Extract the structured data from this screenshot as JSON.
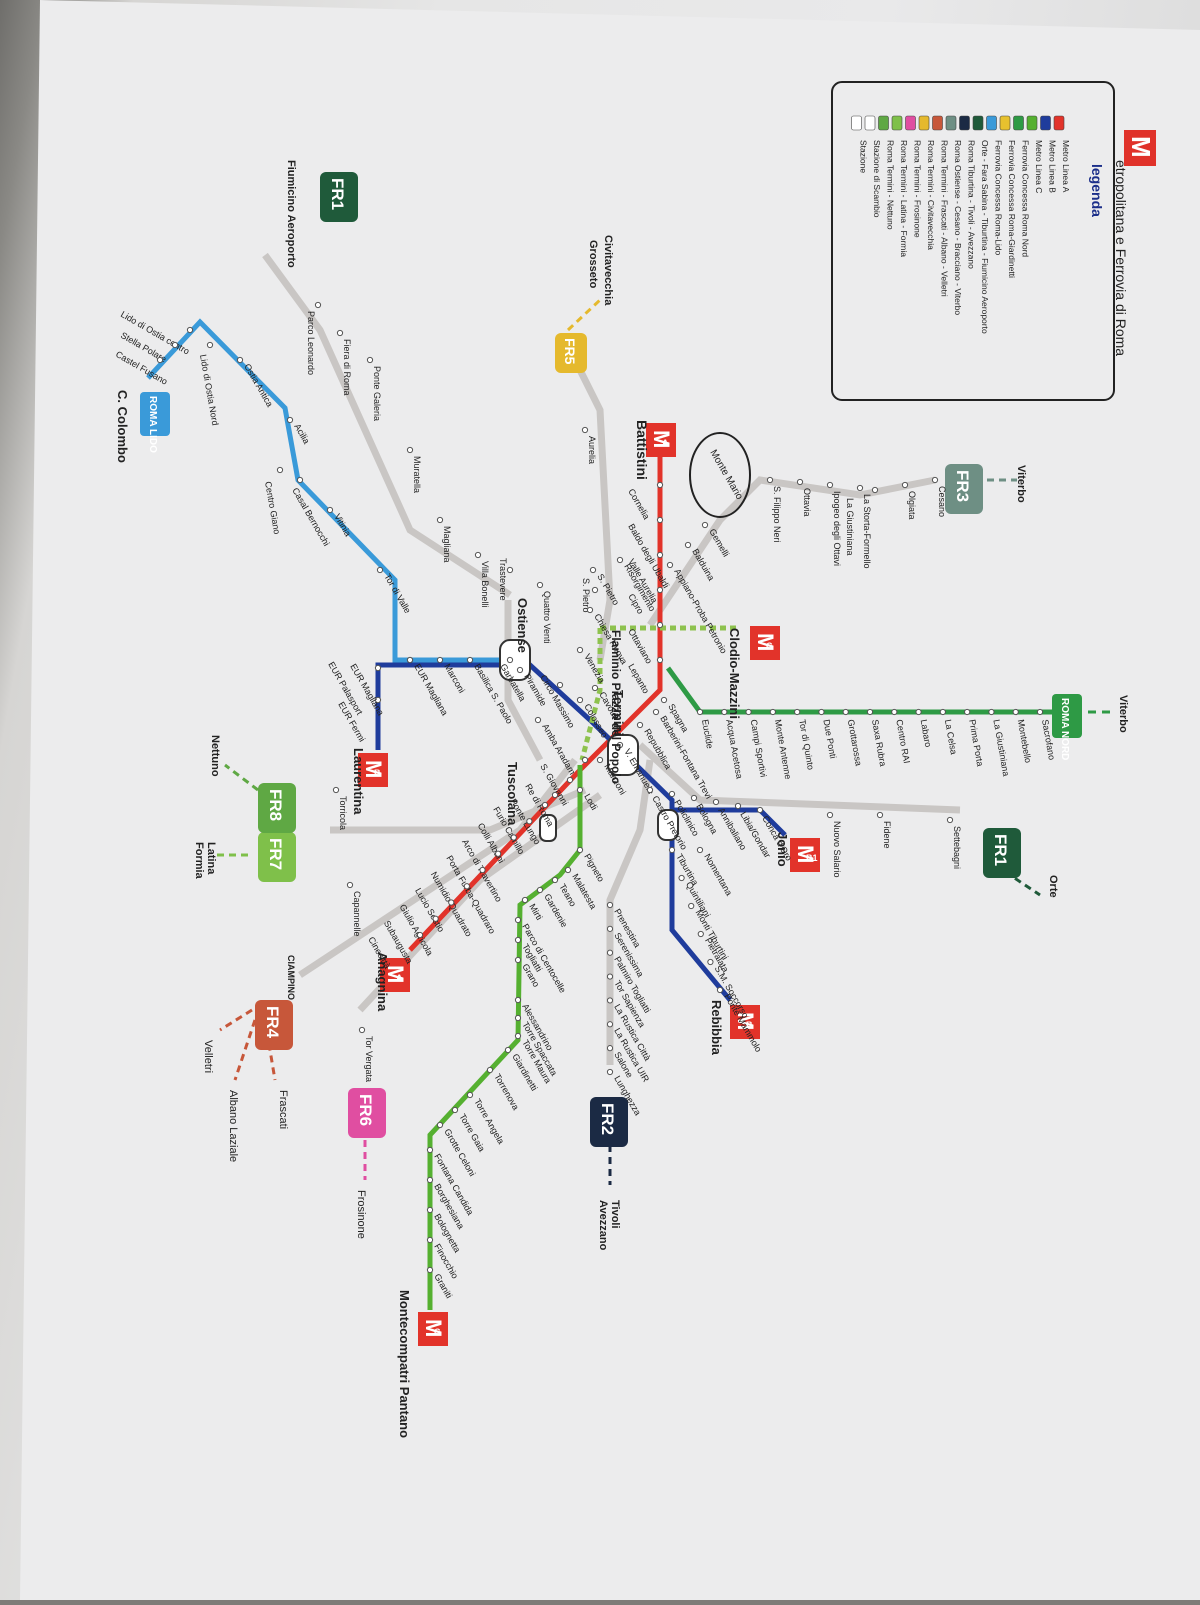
{
  "legend": {
    "title_m": "M",
    "title_rest": "etropolitana e Ferrovia di Roma",
    "heading": "legenda",
    "items": [
      {
        "code": "MA",
        "label": "Metro Linea A",
        "color": "#e2332a"
      },
      {
        "code": "MB",
        "label": "Metro Linea B",
        "color": "#1f3c9c"
      },
      {
        "code": "MC",
        "label": "Metro Linea C",
        "color": "#55b030"
      },
      {
        "code": "RN",
        "label": "Ferrovia Concessa Roma Nord",
        "color": "#2e9a45"
      },
      {
        "code": "RG",
        "label": "Ferrovia Concessa Roma-Giardinetti",
        "color": "#e7c12e"
      },
      {
        "code": "RL",
        "label": "Ferrovia Concessa Roma-Lido",
        "color": "#3a9ad9"
      },
      {
        "code": "FR1",
        "label": "Orte - Fara Sabina - Tiburtina - Fiumicino Aeroporto",
        "color": "#1f5a3a"
      },
      {
        "code": "FR2",
        "label": "Roma Tiburtina - Tivoli - Avezzano",
        "color": "#1b2a44"
      },
      {
        "code": "FR3",
        "label": "Roma Ostiense - Cesano - Bracciano - Viterbo",
        "color": "#6e8f84"
      },
      {
        "code": "FR4",
        "label": "Roma Termini - Frascati - Albano - Velletri",
        "color": "#c7573a"
      },
      {
        "code": "FR5",
        "label": "Roma Termini - Civitavecchia",
        "color": "#e5b92d"
      },
      {
        "code": "FR6",
        "label": "Roma Termini - Frosinone",
        "color": "#e04ea1"
      },
      {
        "code": "FR7",
        "label": "Roma Termini - Latina - Formia",
        "color": "#7fc04a"
      },
      {
        "code": "FR8",
        "label": "Roma Termini - Nettuno",
        "color": "#5fa844"
      },
      {
        "code": "SC",
        "label": "Stazione di Scambio",
        "color": "#ffffff"
      },
      {
        "code": "ST",
        "label": "Stazione",
        "color": "#ffffff"
      }
    ]
  },
  "badges": {
    "ma": "A",
    "mb": "B",
    "mb1": "B1",
    "mc": "C",
    "fr1": "FR1",
    "fr2": "FR2",
    "fr3": "FR3",
    "fr4": "FR4",
    "fr5": "FR5",
    "fr6": "FR6",
    "fr7": "FR7",
    "fr8": "FR8",
    "roma_nord": "ROMA NORD",
    "roma_lido": "ROMA LIDO"
  },
  "terminals": {
    "battistini": "Battistini",
    "anagnina": "Anagnina",
    "laurentina": "Laurentina",
    "rebibbia": "Rebibbia",
    "jonio": "Jonio",
    "montecompatri": "Montecompatri Pantano",
    "clodio": "Clodio-Mazzini",
    "c_colombo": "C. Colombo",
    "termini": "Termini",
    "ostiense": "Ostiense",
    "tuscolana": "Tuscolana",
    "flaminio": "Flaminio Piazza del Popolo"
  },
  "destinations": {
    "fiumicino": "Fiumicino Aeroporto",
    "civitavecchia": "Civitavecchia",
    "grosseto": "Grosseto",
    "viterbo_fr3": "Viterbo",
    "viterbo_rn": "Viterbo",
    "orte": "Orte",
    "tivoli": "Tivoli",
    "avezzano": "Avezzano",
    "frosinone": "Frosinone",
    "frascati": "Frascati",
    "albano": "Albano Laziale",
    "velletri": "Velletri",
    "ciampino": "CIAMPINO",
    "latina": "Latina",
    "formia": "Formia",
    "nettuno": "Nettuno"
  },
  "special": {
    "monte_mario": "Monte Mario"
  },
  "stations": {
    "line_a_west": [
      "Cornelia",
      "Baldo degli Ubaldi",
      "Valle Aurelia",
      "Cipro",
      "Ottaviano",
      "Lepanto"
    ],
    "line_a_center": [
      "Spagna",
      "Barberini-Fontana Trevi",
      "Repubblica",
      "V. Emanuele",
      "Manzoni",
      "S. Giovanni",
      "Re di Roma",
      "Ponte Lungo"
    ],
    "line_a_south": [
      "Furio Camillo",
      "Colli Albani",
      "Arco di Travertino",
      "Porta Furba-Quadraro",
      "Numidio Quadrato",
      "Lucio Sestio",
      "Giulio Agricola",
      "Subaugusta",
      "Cinecittà"
    ],
    "line_b_center": [
      "Cavour",
      "Colosseo",
      "Circo Massimo",
      "Piramide",
      "Garbatella",
      "Basilica S. Paolo",
      "Marconi",
      "EUR Magliana",
      "EUR Palasport",
      "EUR Fermi"
    ],
    "line_b_north": [
      "Castro Pretorio",
      "Policlinico",
      "Bologna",
      "Annibaliano",
      "Libia/Gondar",
      "Conca d'Oro"
    ],
    "line_b_east": [
      "Tiburtina",
      "Quintiliani",
      "Monti Tiburtini",
      "Pietralata",
      "S.M. Soccorso",
      "Ponte Mammolo"
    ],
    "line_c_center": [
      "Lodi",
      "Pigneto",
      "Malatesta",
      "Teano",
      "Gardenie",
      "Mirti",
      "Parco di Centocelle",
      "Togliatti",
      "Grano"
    ],
    "line_c_south": [
      "Alessandrino",
      "Torre Spaccata",
      "Torre Maura",
      "Giardinetti",
      "Torrenova",
      "Torre Angela",
      "Torre Gaia",
      "Grotte Celoni",
      "Fontana Candida",
      "Borghesiana",
      "Bolognetta",
      "Finocchio",
      "Graniti"
    ],
    "roma_nord": [
      "Euclide",
      "Acqua Acetosa",
      "Campi Sportivi",
      "Monte Antenne",
      "Tor di Quinto",
      "Due Ponti",
      "Grottarossa",
      "Saxa Rubra",
      "Centro RAI",
      "Labaro",
      "La Celsa",
      "Prima Porta",
      "La Giustiniana",
      "Montebello",
      "Sacrofano"
    ],
    "lido": [
      "EUR Magliana",
      "Tor di Valle",
      "Vitinia",
      "Casal Bernocchi",
      "Centro Giano",
      "Acilia",
      "Ostia Antica",
      "Lido di Ostia Nord",
      "Lido di Ostia centro",
      "Stella Polare",
      "Castel Fusano"
    ],
    "fr3": [
      "S. Filippo Neri",
      "Ottavia",
      "Ipogeo degli Ottavi",
      "La Storta-Formello",
      "La Giustiniana",
      "Olgiata",
      "Cesano",
      "Gemelli",
      "Balduina",
      "Appiano-Proba Petronio"
    ],
    "fr1": [
      "Parco Leonardo",
      "Fiera di Roma",
      "Ponte Galeria",
      "Muratella",
      "Magliana",
      "Villa Bonelli",
      "Trastevere",
      "Quattro Venti",
      "S. Pietro",
      "Aurelia"
    ],
    "fr2": [
      "Prenestina",
      "Serenissima",
      "Palmiro Togliatti",
      "Tor Sapienza",
      "La Rustica Città",
      "La Rustica UIR",
      "Salone",
      "Lunghezza"
    ],
    "fr_north": [
      "Nomentana",
      "Nuovo Salario",
      "Fidene",
      "Settebagni"
    ],
    "fr_south": [
      "Tor Vergata",
      "Capannelle",
      "Torricola"
    ],
    "c_tram": [
      "Risorgimento",
      "S. Pietro",
      "Chiesa Nuova",
      "Venezia",
      "Amba Aradam"
    ]
  }
}
